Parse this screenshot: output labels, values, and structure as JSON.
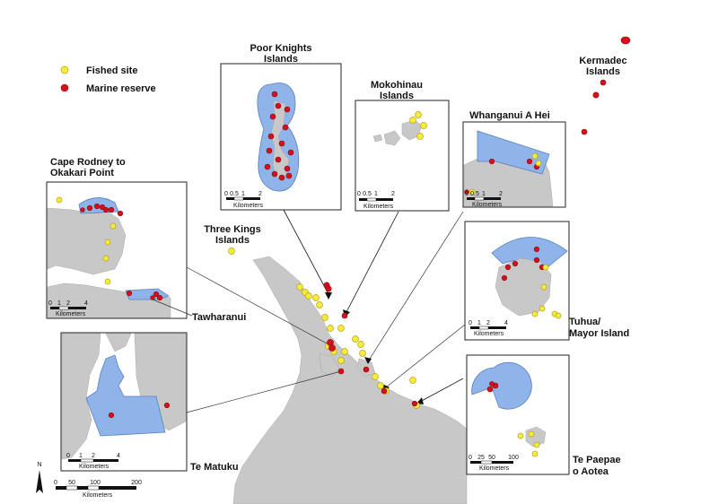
{
  "legend": {
    "fished_label": "Fished site",
    "reserve_label": "Marine reserve",
    "fished_color": "#f2ec3c",
    "reserve_color": "#d3101c"
  },
  "colors": {
    "land": "#c8c8c8",
    "reserve_area": "#8fb4ea",
    "inset_border": "#222222"
  },
  "labels": {
    "poor_knights_1": "Poor Knights",
    "poor_knights_2": "Islands",
    "mokohinau_1": "Mokohinau",
    "mokohinau_2": "Islands",
    "whanganui": "Whanganui A Hei",
    "kermadec_1": "Kermadec",
    "kermadec_2": "Islands",
    "cape_rodney_1": "Cape Rodney to",
    "cape_rodney_2": "Okakari Point",
    "three_kings_1": "Three Kings",
    "three_kings_2": "Islands",
    "tawharanui": "Tawharanui",
    "tuhua_1": "Tuhua/",
    "tuhua_2": "Mayor Island",
    "te_matuku": "Te Matuku",
    "te_paepae_1": "Te Paepae",
    "te_paepae_2": "o Aotea"
  },
  "scalebars": {
    "poor_knights": {
      "ticks": [
        "0",
        "0.5",
        "1",
        "2"
      ],
      "unit": "Kilometers"
    },
    "mokohinau": {
      "ticks": [
        "0",
        "0.5",
        "1",
        "2"
      ],
      "unit": "Kilometers"
    },
    "whanganui": {
      "ticks": [
        "0",
        "0.5",
        "1",
        "2"
      ],
      "unit": "Kilometers"
    },
    "cape_rodney": {
      "ticks": [
        "0",
        "1",
        "2",
        "4"
      ],
      "unit": "Kilometers"
    },
    "tuhua": {
      "ticks": [
        "0",
        "1",
        "2",
        "4"
      ],
      "unit": "Kilometers"
    },
    "te_matuku": {
      "ticks": [
        "0",
        "1",
        "2",
        "4"
      ],
      "unit": "Kilometers"
    },
    "te_paepae": {
      "ticks": [
        "0",
        "25",
        "50",
        "100"
      ],
      "unit": "Kilometers"
    },
    "main": {
      "ticks": [
        "0",
        "50",
        "100",
        "200"
      ],
      "unit": "Kilometers"
    }
  },
  "north_arrow": "N"
}
